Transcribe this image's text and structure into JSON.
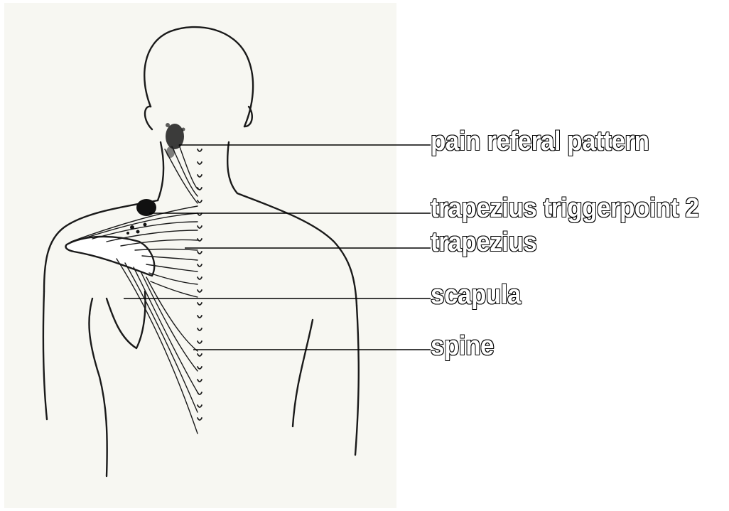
{
  "figure": {
    "subject": "posterior view of upper back, neck and shoulder",
    "line_color": "#1a1a1a",
    "paper_color": "#f7f7f2"
  },
  "labels": [
    {
      "id": "pain",
      "text": "pain referal pattern"
    },
    {
      "id": "trigger",
      "text": "trapezius triggerpoint 2"
    },
    {
      "id": "trapezius",
      "text": "trapezius"
    },
    {
      "id": "scapula",
      "text": "scapula"
    },
    {
      "id": "spine",
      "text": "spine"
    }
  ]
}
